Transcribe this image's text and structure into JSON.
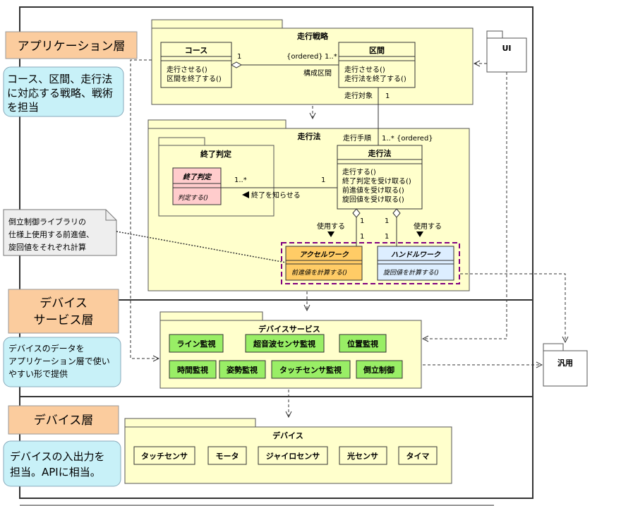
{
  "layers": {
    "application": {
      "label": "アプリケーション層",
      "desc": [
        "コース、区間、走行法",
        "に対応する戦略、戦術",
        "を担当"
      ]
    },
    "device_service": {
      "label": [
        "デバイス",
        "サービス層"
      ],
      "desc": [
        "デバイスのデータを",
        "アプリケーション層で使い",
        "やすい形で提供"
      ]
    },
    "device": {
      "label": "デバイス層",
      "desc": [
        "デバイスの入出力を",
        "担当。APIに相当。"
      ]
    }
  },
  "packages": {
    "strategy": "走行戦略",
    "method": "走行法",
    "end_judge": "終了判定",
    "ui": "UI",
    "device_service": "デバイスサービス",
    "device": "デバイス",
    "general": "汎用"
  },
  "classes": {
    "course": {
      "name": "コース",
      "ops": [
        "走行させる()",
        "区間を終了する()"
      ]
    },
    "section": {
      "name": "区間",
      "ops": [
        "走行させる()",
        "走行法を終了する()"
      ]
    },
    "method": {
      "name": "走行法",
      "ops": [
        "走行する()",
        "終了判定を受け取る()",
        "前進値を受け取る()",
        "旋回値を受け取る()"
      ]
    },
    "end_judge": {
      "name": "終了判定",
      "ops": [
        "判定する()"
      ]
    },
    "accel": {
      "name": "アクセルワーク",
      "ops": [
        "前進値を計算する()"
      ]
    },
    "handle": {
      "name": "ハンドルワーク",
      "ops": [
        "旋回値を計算する()"
      ]
    }
  },
  "associations": {
    "course_section": {
      "mult_left": "1",
      "mult_right": "1..*",
      "constraint": "{ordered}",
      "role": "構成区間"
    },
    "section_method": {
      "role_top": "走行対象",
      "mult_top": "1",
      "role_bottom": "走行手順",
      "mult_bottom": "1..*",
      "constraint": "{ordered}"
    },
    "method_judge": {
      "mult_left": "1..*",
      "mult_right": "1",
      "label": "終了を知らせる"
    },
    "method_accel": {
      "label": "使用する",
      "mult_top": "1",
      "mult_bottom": "1"
    },
    "method_handle": {
      "label": "使用する",
      "mult_top": "1",
      "mult_bottom": "1"
    }
  },
  "note": [
    "倒立制御ライブラリの",
    "仕様上使用する前進値、",
    "旋回値をそれぞれ計算"
  ],
  "device_services": [
    "ライン監視",
    "超音波センサ監視",
    "位置監視",
    "時間監視",
    "姿勢監視",
    "タッチセンサ監視",
    "倒立制御"
  ],
  "devices": [
    "タッチセンサ",
    "モータ",
    "ジャイロセンサ",
    "光センサ",
    "タイマ"
  ],
  "colors": {
    "layer_label_bg": "#fbcc9e",
    "layer_desc_bg": "#c8f1f8",
    "package_bg": "#ffffcc",
    "class_bg": "#ffffcc",
    "end_judge_bg": "#ffcccc",
    "accel_bg": "#ffcc66",
    "handle_bg": "#ddeeff",
    "service_bg": "#99ee66",
    "highlight_border": "#800080",
    "layer_border": "#333333"
  }
}
